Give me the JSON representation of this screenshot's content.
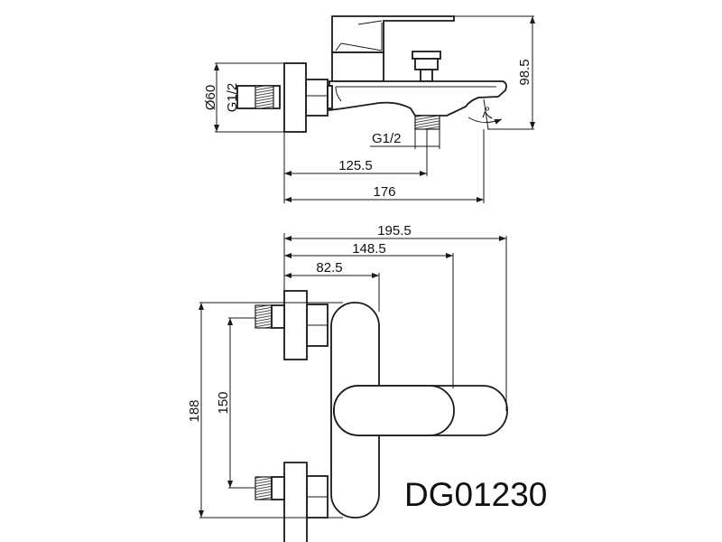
{
  "side_view": {
    "flange_diameter": "Ø60",
    "inlet_thread": "G1/2",
    "outlet_thread": "G1/2",
    "height": "98.5",
    "outlet_distance": "125.5",
    "spout_length": "176",
    "spout_angle": "7°"
  },
  "top_view": {
    "overall_depth": "195.5",
    "lever_depth": "148.5",
    "body_depth": "82.5",
    "overall_height": "188",
    "inlet_centers": "150"
  },
  "model_number": "DG01230",
  "colors": {
    "line": "#1a1a1a",
    "background": "#ffffff"
  }
}
